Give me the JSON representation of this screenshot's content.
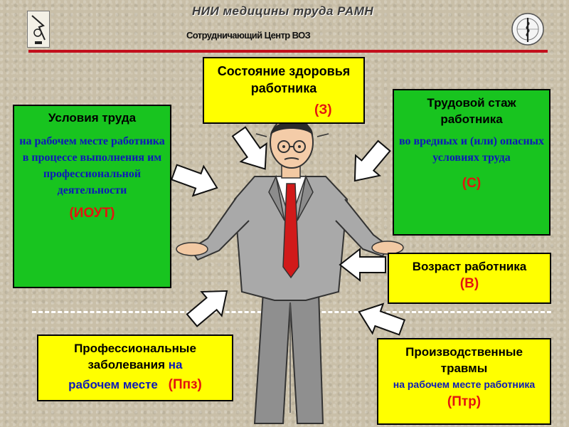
{
  "header": {
    "title": "НИИ медицины труда РАМН",
    "subtitle": "Сотрудничающий Центр ВОЗ"
  },
  "boxes": {
    "health": {
      "title": "Состояние здоровья работника",
      "code": "(З)"
    },
    "conditions": {
      "title": "Условия труда",
      "body": "на рабочем месте работника в процессе выполнения им профессиональной деятельности",
      "code": "(ИОУТ)"
    },
    "experience": {
      "title": "Трудовой стаж работника",
      "body": "во вредных и (или) опасных условиях труда",
      "code": "(С)"
    },
    "age": {
      "title": "Возраст работника",
      "code": "(В)"
    },
    "diseases": {
      "title": "Профессиональные заболевания",
      "mid": "на",
      "body": "рабочем месте",
      "code": "(Ппз)"
    },
    "injuries": {
      "title": "Производственные травмы",
      "body": "на рабочем месте работника",
      "code": "(Птр)"
    }
  },
  "colors": {
    "green": "#18c41f",
    "yellow": "#ffff00",
    "red": "#e3140f",
    "blue": "#0d1ab8"
  },
  "icons": [
    "institute-logo-icon",
    "who-emblem-icon",
    "worker-figure-icon",
    "arrow-icon"
  ]
}
